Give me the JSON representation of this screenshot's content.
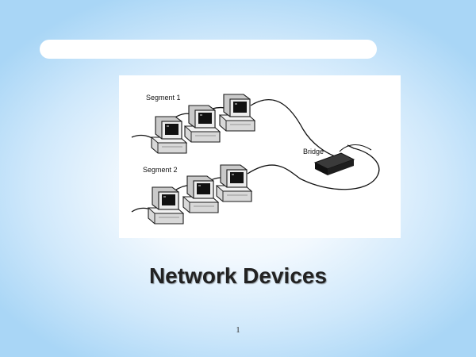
{
  "slide": {
    "title": "Network Devices",
    "page_number": "1"
  },
  "diagram": {
    "labels": {
      "segment1": "Segment 1",
      "segment2": "Segment 2",
      "bridge": "Bridge"
    }
  }
}
